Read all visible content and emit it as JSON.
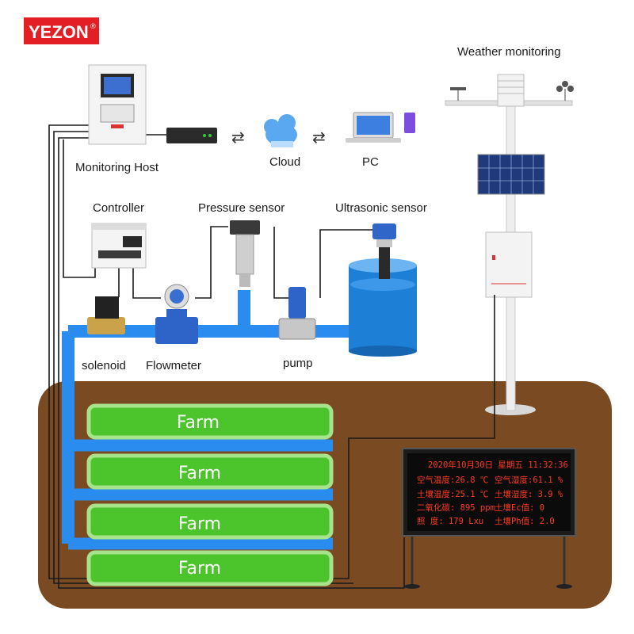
{
  "brand": {
    "logo": "YEZON",
    "registered": "®",
    "color": "#e31e24"
  },
  "labels": {
    "monitoring_host": "Monitoring Host",
    "cloud": "Cloud",
    "pc": "PC",
    "weather_monitoring": "Weather monitoring",
    "controller": "Controller",
    "pressure_sensor": "Pressure sensor",
    "ultrasonic_sensor": "Ultrasonic sensor",
    "solenoid": "solenoid",
    "flowmeter": "Flowmeter",
    "pump": "pump"
  },
  "arrows": {
    "left": "⇄",
    "right": "⇄"
  },
  "farms": [
    "Farm",
    "Farm",
    "Farm",
    "Farm"
  ],
  "display_board": {
    "date_line": "2020年10月30日  星期五  11:32:36",
    "rows": [
      {
        "left": "空气温度:26.8 ℃",
        "right": "空气湿度:61.1 %"
      },
      {
        "left": "土壤温度:25.1 ℃",
        "right": "土壤湿度: 3.9 %"
      },
      {
        "left": "二氧化碳: 895 ppm",
        "right": "土壤Ec值:   0"
      },
      {
        "left": "照   度: 179 Lxu",
        "right": "土壤Ph值: 2.0"
      }
    ]
  },
  "colors": {
    "pipe": "#2b8cf0",
    "soil": "#7a4a22",
    "farm_fill": "#4cc42c",
    "farm_border": "#a6e38a",
    "tank": "#1e7fd6",
    "led_text": "#ff3b1f"
  }
}
